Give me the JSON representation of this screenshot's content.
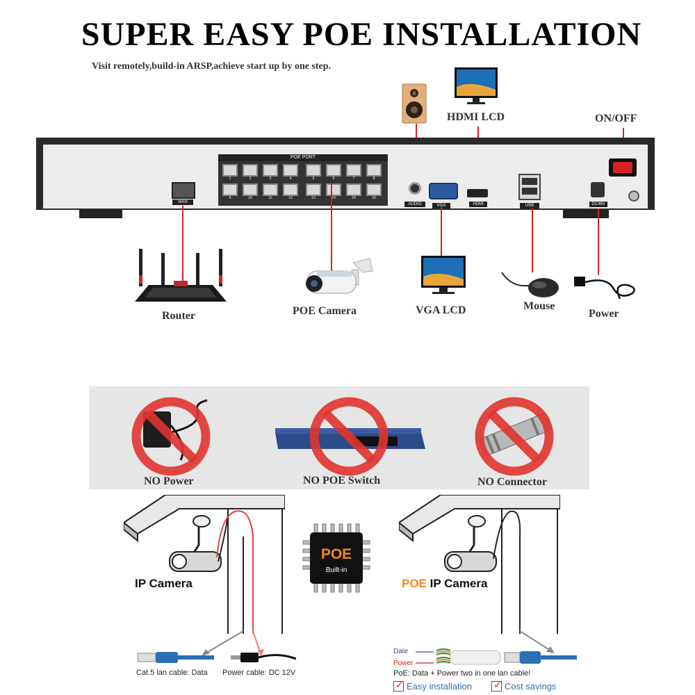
{
  "title": "SUPER EASY POE INSTALLATION",
  "subtitle": "Visit remotely,build-in ARSP,achieve start up by one step.",
  "nvr": {
    "poe_port_label": "POE PORT",
    "wan_label": "WAN",
    "audio_label": "AUDIO",
    "vga_label": "VGA",
    "hdmi_label": "HDMI",
    "usb_label": "USB",
    "dc_label": "DC48V",
    "port_numbers": [
      "1",
      "2",
      "3",
      "4",
      "5",
      "6",
      "7",
      "8",
      "9",
      "10",
      "11",
      "12",
      "13",
      "14",
      "15",
      "16"
    ]
  },
  "top_labels": {
    "hdmi_lcd": "HDMI LCD",
    "on_off": "ON/OFF"
  },
  "devices": {
    "router": "Router",
    "poe_camera": "POE Camera",
    "vga_lcd": "VGA LCD",
    "mouse": "Mouse",
    "power": "Power"
  },
  "no_panel": {
    "no_power": "NO Power",
    "no_poe_switch": "NO POE Switch",
    "no_connector": "NO Connector"
  },
  "chip": {
    "poe": "POE",
    "built_in": "Built-in"
  },
  "left_diagram": {
    "camera_label": "IP Camera",
    "lan_caption": "Cat.5 lan cable: Data",
    "power_caption": "Power cable: DC 12V"
  },
  "right_diagram": {
    "camera_prefix": "POE",
    "camera_label": "IP Camera",
    "date_label": "Date",
    "power_label": "Power",
    "caption": "PoE: Data + Power two in one lan cable!",
    "benefit_1": "Easy installation",
    "benefit_2": "Cost savings"
  },
  "colors": {
    "accent_red": "#d62222",
    "poe_orange": "#f08a1c",
    "cable_blue": "#2a6fb8",
    "panel_gray": "#e6e6e6"
  }
}
